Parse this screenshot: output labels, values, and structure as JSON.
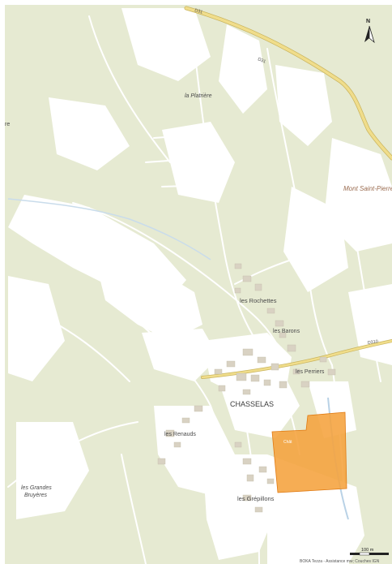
{
  "map": {
    "colors": {
      "land": "#e6ead2",
      "field": "#ffffff",
      "path": "#ffffff",
      "major_road": "#f0dd8b",
      "building": "#d9d2c3",
      "zone_fill": "#f5a23c",
      "zone_stroke": "#e07a12",
      "water": "#b9d2e6"
    },
    "north_label": "N",
    "places": {
      "la_platriere": "la Platrière",
      "mont_saint_pierre": "Mont Saint-Pierre",
      "les_rochettes": "les Rochettes",
      "les_barons": "les Barons",
      "les_perriers": "les Perriers",
      "chasselas": "CHASSELAS",
      "les_renauds": "les Renauds",
      "les_grepillons": "les Grépillons",
      "grandes_line1": "les Grandes",
      "grandes_line2": "Bruyères",
      "edge_left": "re",
      "zone_label": "Chât"
    },
    "roads": {
      "d31": "D31",
      "d31b": "D31",
      "d310": "D310"
    },
    "scale_bar": {
      "label": "100 m"
    },
    "attribution": "BOKA Tezza - Assistance mw; Couches IGN"
  }
}
